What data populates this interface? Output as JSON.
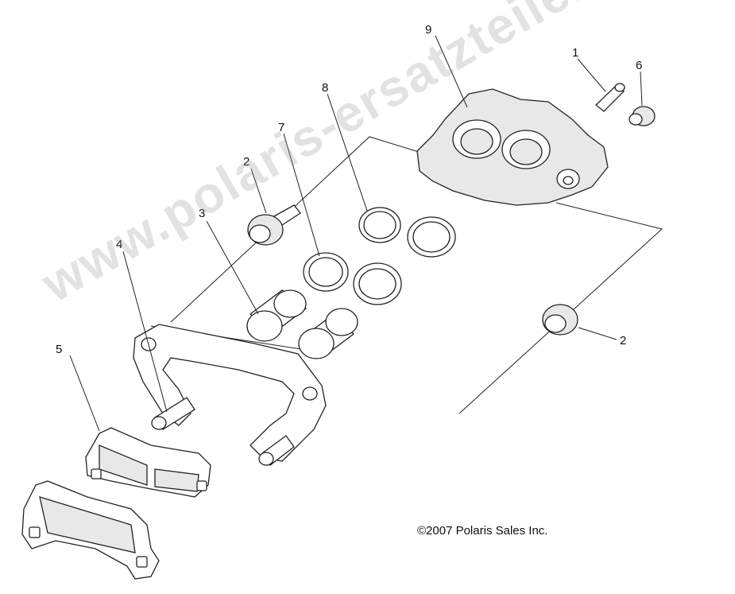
{
  "callouts": {
    "c1": "1",
    "c2a": "2",
    "c2b": "2",
    "c3": "3",
    "c4": "4",
    "c5": "5",
    "c6": "6",
    "c7": "7",
    "c8": "8",
    "c9": "9"
  },
  "copyright": "©2007 Polaris Sales Inc.",
  "watermark": "www.polaris-ersatzteile.de"
}
